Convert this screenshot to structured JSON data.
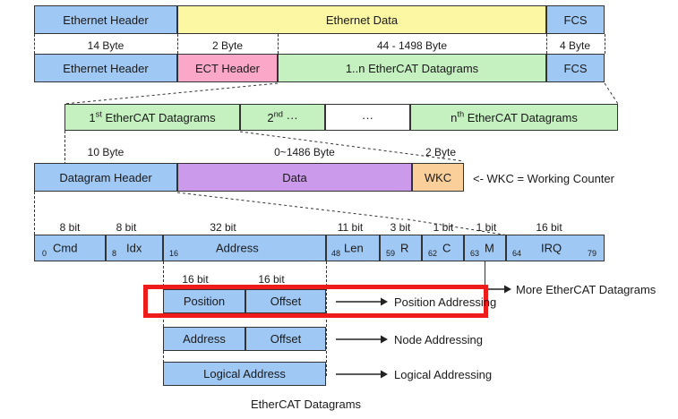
{
  "diagram": {
    "caption": "EtherCAT Datagrams",
    "colors": {
      "blue": "#9fc8f5",
      "yellow": "#fbf7a2",
      "green": "#c5f0c0",
      "pink": "#fba8c8",
      "purple": "#cb9aeb",
      "orange": "#fbcf9a",
      "highlight_red": "#ee1b1b",
      "stroke": "#333333"
    }
  },
  "ethernet_frame": {
    "row1": [
      {
        "label": "Ethernet Header",
        "color": "blue"
      },
      {
        "label": "Ethernet Data",
        "color": "yellow"
      },
      {
        "label": "FCS",
        "color": "blue"
      }
    ],
    "sizes": [
      {
        "label": "14 Byte"
      },
      {
        "label": "2 Byte"
      },
      {
        "label": "44 - 1498 Byte"
      },
      {
        "label": "4 Byte"
      }
    ],
    "row2": [
      {
        "label": "Ethernet Header",
        "color": "blue"
      },
      {
        "label": "ECT Header",
        "color": "pink"
      },
      {
        "label": "1..n EtherCAT Datagrams",
        "color": "green"
      },
      {
        "label": "FCS",
        "color": "blue"
      }
    ]
  },
  "datagram_list": {
    "cells": [
      {
        "label_prefix": "1",
        "label_sup": "st",
        "label_suffix": " EtherCAT Datagrams",
        "color": "green"
      },
      {
        "label_prefix": "2",
        "label_sup": "nd",
        "label_suffix": " ···",
        "color": "green"
      },
      {
        "label_prefix": "",
        "label_sup": "",
        "label_suffix": "···",
        "color": "white"
      },
      {
        "label_prefix": "n",
        "label_sup": "th",
        "label_suffix": " EtherCAT Datagrams",
        "color": "green"
      }
    ]
  },
  "datagram_detail": {
    "sizes": [
      {
        "label": "10 Byte"
      },
      {
        "label": "0~1486 Byte"
      },
      {
        "label": "2 Byte"
      }
    ],
    "cells": [
      {
        "label": "Datagram Header",
        "color": "blue"
      },
      {
        "label": "Data",
        "color": "purple"
      },
      {
        "label": "WKC",
        "color": "orange"
      }
    ],
    "wkc_note": "<- WKC = Working Counter"
  },
  "header_fields": {
    "widths": [
      {
        "label": "8 bit"
      },
      {
        "label": "8 bit"
      },
      {
        "label": "32 bit"
      },
      {
        "label": "11 bit"
      },
      {
        "label": "3 bit"
      },
      {
        "label": "1 bit"
      },
      {
        "label": "1 bit"
      },
      {
        "label": "16 bit"
      }
    ],
    "fields": [
      {
        "start": "0",
        "name": "Cmd",
        "end": ""
      },
      {
        "start": "8",
        "name": "Idx",
        "end": ""
      },
      {
        "start": "16",
        "name": "Address",
        "end": ""
      },
      {
        "start": "48",
        "name": "Len",
        "end": ""
      },
      {
        "start": "59",
        "name": "R",
        "end": ""
      },
      {
        "start": "62",
        "name": "C",
        "end": ""
      },
      {
        "start": "63",
        "name": "M",
        "end": ""
      },
      {
        "start": "64",
        "name": "IRQ",
        "end": "79"
      }
    ],
    "more_datagrams_label": "More EtherCAT Datagrams"
  },
  "addressing": {
    "bit_widths": [
      {
        "label": "16 bit"
      },
      {
        "label": "16 bit"
      }
    ],
    "modes": [
      {
        "cells": [
          {
            "label": "Position"
          },
          {
            "label": "Offset"
          }
        ],
        "arrow_label": "Position Addressing",
        "highlighted": true
      },
      {
        "cells": [
          {
            "label": "Address"
          },
          {
            "label": "Offset"
          }
        ],
        "arrow_label": "Node Addressing",
        "highlighted": false
      },
      {
        "cells": [
          {
            "label": "Logical Address"
          }
        ],
        "arrow_label": "Logical Addressing",
        "highlighted": false
      }
    ]
  }
}
